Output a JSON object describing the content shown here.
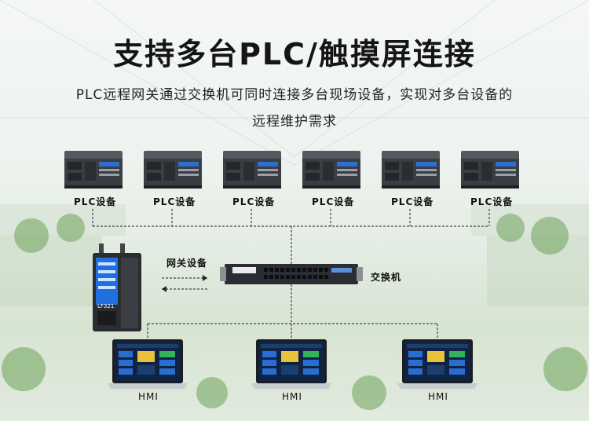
{
  "title": "支持多台PLC/触摸屏连接",
  "subtitle_line1": "PLC远程网关通过交换机可同时连接多台现场设备，实现对多台设备的",
  "subtitle_line2": "远程维护需求",
  "plc_devices": [
    {
      "label": "PLC设备"
    },
    {
      "label": "PLC设备"
    },
    {
      "label": "PLC设备"
    },
    {
      "label": "PLC设备"
    },
    {
      "label": "PLC设备"
    },
    {
      "label": "PLC设备"
    }
  ],
  "gateway": {
    "label": "网关设备",
    "model": "LF321"
  },
  "switch": {
    "label": "交换机"
  },
  "hmi_devices": [
    {
      "label": "HMI"
    },
    {
      "label": "HMI"
    },
    {
      "label": "HMI"
    }
  ],
  "colors": {
    "plc_body": "#3a3d42",
    "plc_accent": "#2c6fd1",
    "gateway_screen": "#1f6fe0",
    "switch_body": "#2a2d33",
    "line": "#222222",
    "hmi_screen": "#0f2444"
  },
  "icons": {
    "gateway_arrow_right": "arrow-right-icon",
    "gateway_arrow_left": "arrow-left-icon"
  }
}
